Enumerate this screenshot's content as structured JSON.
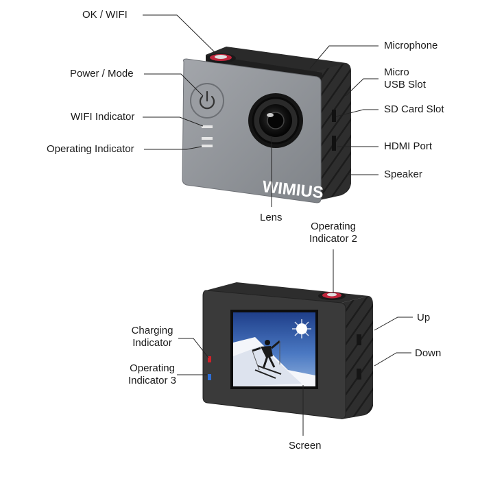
{
  "brand": "WIMIUS",
  "colors": {
    "silver_panel": "#8e9196",
    "black_body": "#2b2b2b",
    "shutter_red": "#c0263c",
    "indicator_red": "#d0222a",
    "indicator_blue": "#2f6fd6",
    "sky_blue": "#2e57a6",
    "leader_line": "#222222"
  },
  "icons": {
    "power_button": "power-icon",
    "shutter_button": "ok-wifi-button"
  },
  "front_labels": {
    "ok_wifi": "OK  /  WIFI",
    "power_mode": "Power / Mode",
    "wifi_indicator": "WIFI Indicator",
    "operating_indicator": "Operating Indicator",
    "microphone": "Microphone",
    "micro_usb_line1": "Micro",
    "micro_usb_line2": "USB Slot",
    "sd_card_slot": "SD Card Slot",
    "hdmi_port": "HDMI Port",
    "speaker": "Speaker",
    "lens": "Lens"
  },
  "back_labels": {
    "operating_indicator_2_line1": "Operating",
    "operating_indicator_2_line2": "Indicator 2",
    "charging_indicator_line1": "Charging",
    "charging_indicator_line2": "Indicator",
    "operating_indicator_3_line1": "Operating",
    "operating_indicator_3_line2": "Indicator 3",
    "up": "Up",
    "down": "Down",
    "screen": "Screen"
  }
}
